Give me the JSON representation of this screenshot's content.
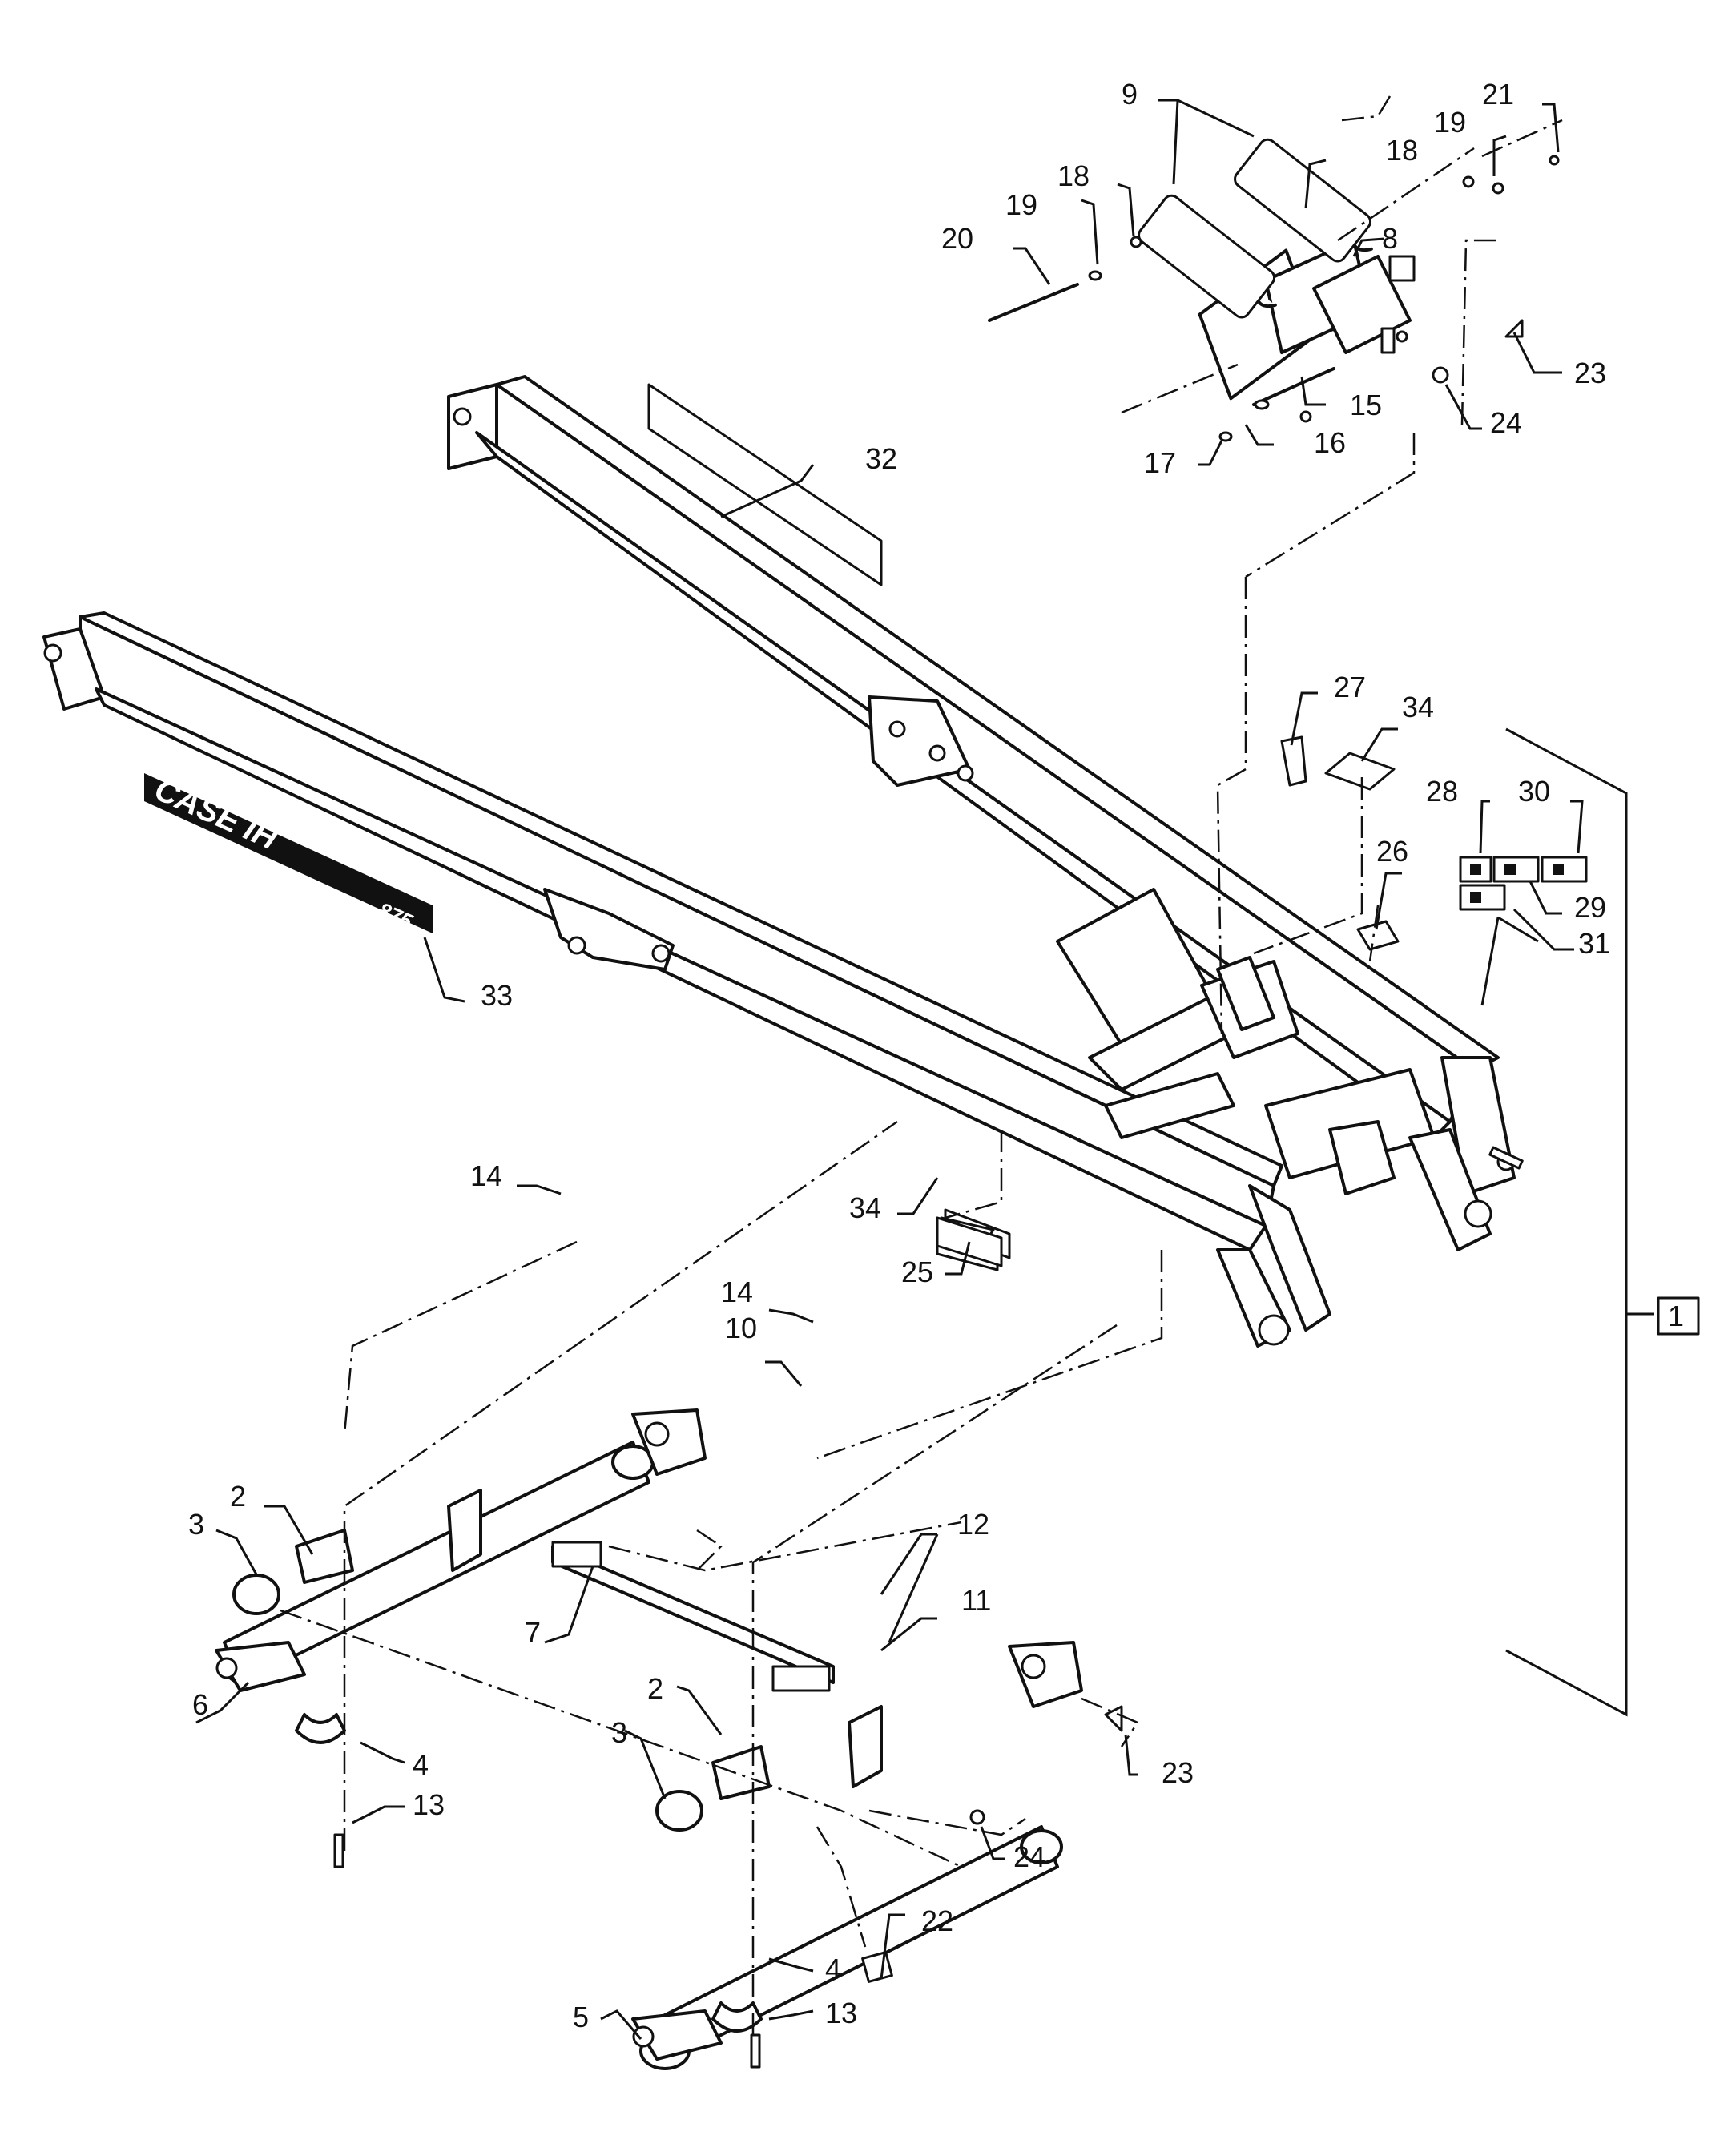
{
  "callouts": {
    "c1": "1",
    "c2a": "2",
    "c2b": "2",
    "c3a": "3",
    "c3b": "3",
    "c4a": "4",
    "c4b": "4",
    "c5": "5",
    "c6": "6",
    "c7": "7",
    "c8": "8",
    "c9": "9",
    "c10": "10",
    "c11": "11",
    "c12": "12",
    "c13a": "13",
    "c13b": "13",
    "c14a": "14",
    "c14b": "14",
    "c15": "15",
    "c16": "16",
    "c17": "17",
    "c18a": "18",
    "c18b": "18",
    "c19a": "19",
    "c19b": "19",
    "c20": "20",
    "c21": "21",
    "c22": "22",
    "c23a": "23",
    "c23b": "23",
    "c24a": "24",
    "c24b": "24",
    "c25": "25",
    "c26": "26",
    "c27": "27",
    "c28": "28",
    "c29": "29",
    "c30": "30",
    "c31": "31",
    "c32": "32",
    "c33": "33",
    "c34a": "34",
    "c34b": "34"
  },
  "decal": {
    "brand": "CASE IH",
    "model": "875"
  },
  "colors": {
    "line": "#111111",
    "background": "#ffffff"
  }
}
